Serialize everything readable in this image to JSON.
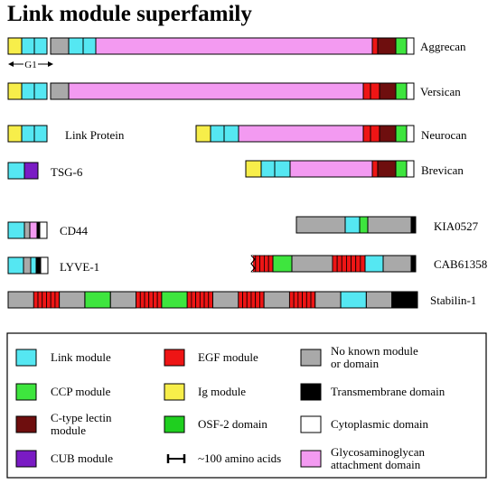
{
  "title": "Link module superfamily",
  "g1_label": "G1",
  "colors": {
    "link": "#55e7f2",
    "egf": "#ee1515",
    "none": "#a9a9a9",
    "ccp": "#3ee53e",
    "ig": "#f7ee4a",
    "tm": "#000000",
    "ctl": "#6e0e0e",
    "osf": "#1fcf1f",
    "cyto": "#ffffff",
    "cub": "#7a1bc4",
    "gag": "#f39af1"
  },
  "proteins": [
    {
      "name": "Aggrecan",
      "segments": [
        "ig",
        "link",
        "link",
        "none",
        "link",
        "link",
        "gag",
        "egf",
        "ctl",
        "ccp",
        "cyto"
      ]
    },
    {
      "name": "Versican",
      "segments": [
        "ig",
        "link",
        "link",
        "none",
        "gag",
        "egf",
        "egf",
        "ctl",
        "ccp",
        "cyto"
      ]
    },
    {
      "name": "Link Protein",
      "segments": [
        "ig",
        "link",
        "link"
      ]
    },
    {
      "name": "Neurocan",
      "segments": [
        "ig",
        "link",
        "link",
        "gag",
        "egf",
        "egf",
        "ctl",
        "ccp",
        "cyto"
      ]
    },
    {
      "name": "TSG-6",
      "segments": [
        "link",
        "cub"
      ]
    },
    {
      "name": "Brevican",
      "segments": [
        "ig",
        "link",
        "link",
        "gag",
        "egf",
        "ctl",
        "ccp",
        "cyto"
      ]
    },
    {
      "name": "CD44",
      "segments": [
        "link",
        "none",
        "gag",
        "tm",
        "cyto"
      ]
    },
    {
      "name": "KIA0527",
      "segments": [
        "none",
        "link",
        "ccp",
        "none",
        "tm"
      ]
    },
    {
      "name": "LYVE-1",
      "segments": [
        "link",
        "none",
        "link",
        "tm",
        "cyto"
      ]
    },
    {
      "name": "CAB61358",
      "segments": [
        "egf",
        "ccp",
        "none",
        "egf",
        "link",
        "none",
        "tm"
      ]
    },
    {
      "name": "Stabilin-1",
      "segments": [
        "none",
        "egf",
        "none",
        "ccp",
        "none",
        "egf",
        "ccp",
        "egf",
        "none",
        "egf",
        "none",
        "egf",
        "none",
        "link",
        "none",
        "tm"
      ]
    }
  ],
  "legend": [
    {
      "key": "link",
      "label": [
        "Link module"
      ]
    },
    {
      "key": "egf",
      "label": [
        "EGF module"
      ]
    },
    {
      "key": "none",
      "label": [
        "No known module",
        "or domain"
      ]
    },
    {
      "key": "ccp",
      "label": [
        "CCP module"
      ]
    },
    {
      "key": "ig",
      "label": [
        "Ig module"
      ]
    },
    {
      "key": "tm",
      "label": [
        "Transmembrane domain"
      ]
    },
    {
      "key": "ctl",
      "label": [
        "C-type lectin",
        "module"
      ]
    },
    {
      "key": "osf",
      "label": [
        "OSF-2 domain"
      ]
    },
    {
      "key": "cyto",
      "label": [
        "Cytoplasmic domain"
      ]
    },
    {
      "key": "cub",
      "label": [
        "CUB module"
      ]
    },
    {
      "key": "scale",
      "label": [
        "~100 amino acids"
      ]
    },
    {
      "key": "gag",
      "label": [
        "Glycosaminoglycan",
        "attachment domain"
      ]
    }
  ]
}
